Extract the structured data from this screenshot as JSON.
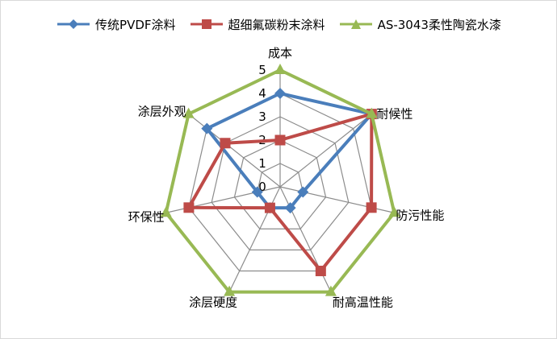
{
  "chart_data": {
    "type": "radar",
    "title": "",
    "categories": [
      "成本",
      "耐候性",
      "防污性能",
      "耐高温性能",
      "涂层硬度",
      "环保性",
      "涂层外观"
    ],
    "rlim": [
      0,
      5
    ],
    "ticks": [
      "0",
      "1",
      "2",
      "3",
      "4",
      "5"
    ],
    "grid": true,
    "legend_position": "top",
    "series": [
      {
        "name": "传统PVDF涂料",
        "values": [
          4,
          5,
          1,
          1,
          1,
          1,
          4
        ],
        "color": "#4a7ebb",
        "marker": "diamond"
      },
      {
        "name": "超细氟碳粉末涂料",
        "values": [
          2,
          5,
          4,
          4,
          1,
          4,
          3
        ],
        "color": "#be4b48",
        "marker": "square"
      },
      {
        "name": "AS-3043柔性陶瓷水漆",
        "values": [
          5,
          5,
          5,
          5,
          5,
          5,
          5
        ],
        "color": "#98b954",
        "marker": "triangle"
      }
    ]
  }
}
